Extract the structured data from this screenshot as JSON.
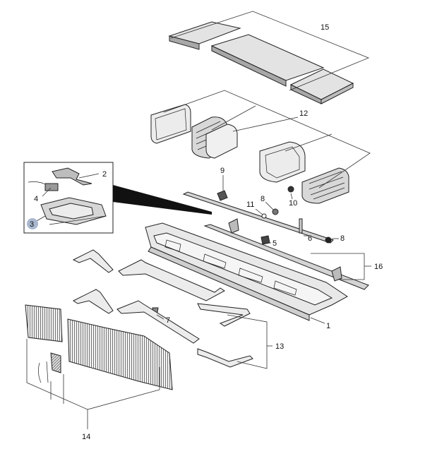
{
  "labels": {
    "p1": "1",
    "p2": "2",
    "p3": "3",
    "p4": "4",
    "p5": "5",
    "p6": "6",
    "p7": "7",
    "p8a": "8",
    "p8b": "8",
    "p9": "9",
    "p10": "10",
    "p11": "11",
    "p12": "12",
    "p13": "13",
    "p14": "14",
    "p15": "15",
    "p16": "16"
  },
  "colors": {
    "line": "#222222",
    "fill_light": "#e6e6e6",
    "fill_mid": "#cfcfcf",
    "fill_dark": "#9a9a9a",
    "badge": "#a9b8cf"
  }
}
